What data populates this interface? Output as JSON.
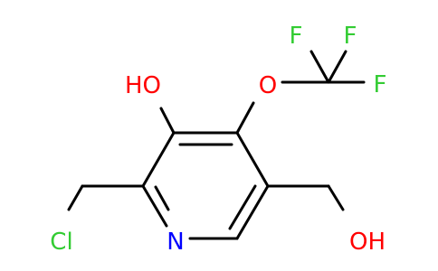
{
  "molecule": {
    "atoms": {
      "ho_top": "HO",
      "o_ether": "O",
      "f_left": "F",
      "f_middle": "F",
      "f_right": "F",
      "cl": "Cl",
      "n_ring": "N",
      "oh_right": "OH"
    }
  },
  "colors": {
    "bond": "#000000",
    "oxygen": "#ff0000",
    "nitrogen": "#0000ff",
    "fluorine": "#33cc33",
    "chlorine": "#33cc33"
  }
}
